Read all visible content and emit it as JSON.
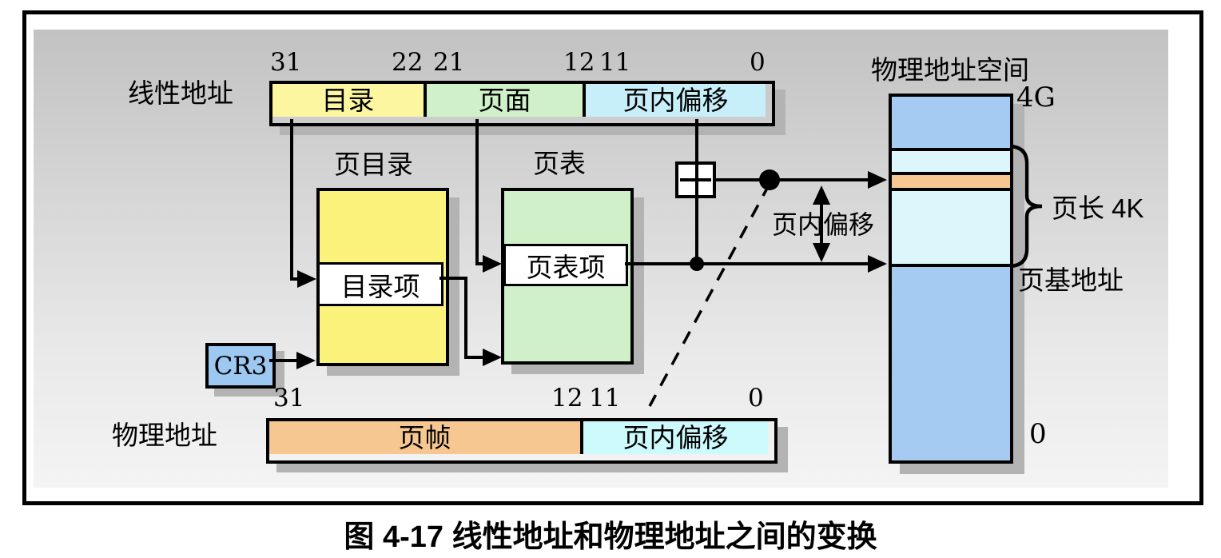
{
  "figure_caption": "图 4-17 线性地址和物理地址之间的变换",
  "linear_address": {
    "label": "线性地址",
    "bit_labels": [
      "31",
      "22",
      "21",
      "12",
      "11",
      "0"
    ],
    "fields": [
      "目录",
      "页面",
      "页内偏移"
    ]
  },
  "page_directory": {
    "title": "页目录",
    "entry_label": "目录项"
  },
  "page_table": {
    "title": "页表",
    "entry_label": "页表项"
  },
  "cr3_register": {
    "label": "CR3"
  },
  "physical_address": {
    "label": "物理地址",
    "bit_labels": [
      "31",
      "12",
      "11",
      "0"
    ],
    "fields": [
      "页帧",
      "页内偏移"
    ]
  },
  "physical_space": {
    "title": "物理地址空间",
    "top_address": "4G",
    "bottom_address": "0",
    "page_length_label": "页长 4K",
    "page_base_label": "页基地址"
  },
  "annotations": {
    "page_offset_label": "页内偏移"
  },
  "colors": {
    "directory_yellow_bar": "#fdf6a0",
    "directory_yellow_box": "#fbf27c",
    "page_green": "#cff0c8",
    "offset_cyan_bar": "#c7effa",
    "offset_cyan_physical": "#cdfafd",
    "page_frame_orange": "#f6c791",
    "memory_blue": "#a5cbf3",
    "memory_cyan": "#ddf6fb",
    "shadow_gray": "#b3b3b3"
  }
}
